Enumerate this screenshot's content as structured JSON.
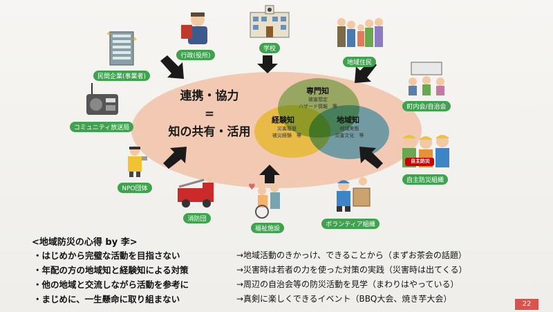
{
  "center": {
    "line1": "連携・協力",
    "line2": "=",
    "line3": "知の共有・活用"
  },
  "knowledge": {
    "senmon": {
      "title": "専門知",
      "sub1": "被害想定",
      "sub2": "ハザード情報　等"
    },
    "keiken": {
      "title": "経験知",
      "sub1": "災害履歴",
      "sub2": "被災経験　等"
    },
    "chiiki": {
      "title": "地域知",
      "sub1": "地域実態",
      "sub2": "災害文化　等"
    }
  },
  "nodes": {
    "gyosei": "行政(役所)",
    "gakko": "学校",
    "chiiki_jumin": "地域住民",
    "minkan": "民間企業(事業者)",
    "chonaikai": "町内会/自治会",
    "community": "コミュニティ放送局",
    "npo": "NPO団体",
    "shobodan": "消防団",
    "fukushi": "福祉施設",
    "volunteer": "ボランティア組織",
    "jishubosai": "自主防災組織",
    "jishubosai_badge": "自主防災"
  },
  "tips": {
    "title": "<地域防災の心得 by 李>",
    "left": [
      "・はじめから完璧な活動を目指さない",
      "・年配の方の地域知と経験知による対策",
      "・他の地域と交流しながら活動を参考に",
      "・まじめに、一生懸命に取り組まない"
    ],
    "right": [
      "→地域活動のきかっけ、できることから（まずお茶会の話題）",
      "→災害時は若者の力を使った対策の実践（災害時は出てくる）",
      "→周辺の自治会等の防災活動を見学（まわりはやっている）",
      "→真剣に楽しくできるイベント（BBQ大会、焼き芋大会）"
    ]
  },
  "page_number": "22",
  "colors": {
    "label_green": "#3fa24f",
    "ellipse": "#f2c9b3",
    "circle_green": "#9fd38a",
    "circle_yellow": "#f5ec63",
    "circle_blue": "#78c3e8",
    "page_badge": "#d9534f"
  }
}
